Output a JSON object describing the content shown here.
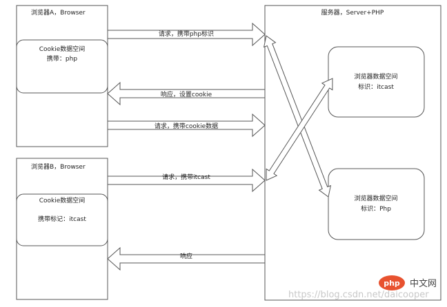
{
  "browser_a": {
    "title": "浏览器A，Browser",
    "cookie_space_title": "Cookie数据空间",
    "cookie_space_content": "携带：php"
  },
  "browser_b": {
    "title": "浏览器B，Browser",
    "cookie_space_title": "Cookie数据空间",
    "cookie_space_content": "携带标记：itcast"
  },
  "server": {
    "title": "服务器，Server+PHP",
    "space_1": {
      "title": "浏览器数据空间",
      "label": "标识：itcast"
    },
    "space_2": {
      "title": "浏览器数据空间",
      "label": "标识：Php"
    }
  },
  "arrows": {
    "a_request_php": "请求，携带php标识",
    "a_response_set_cookie": "响应，设置cookie",
    "a_request_cookie": "请求，携带cookie数据",
    "b_request_itcast": "请求，携带itcast",
    "b_response": "响应"
  },
  "watermark": {
    "logo_text": "php",
    "cn_text": "中文网",
    "url": "https://blog.csdn.net/daicooper"
  },
  "colors": {
    "line": "#555555",
    "arrow_fill": "#ffffff",
    "logo_bg": "#e8522f"
  }
}
